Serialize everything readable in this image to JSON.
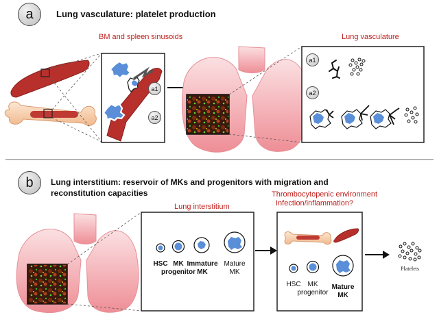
{
  "panel_a": {
    "label": "a",
    "title": "Lung vasculature:  platelet production",
    "bm_caption": "BM and spleen sinusoids",
    "lung_caption": "Lung vasculature",
    "inset_labels": [
      "a1",
      "a2"
    ]
  },
  "panel_b": {
    "label": "b",
    "title_line1": "Lung interstitium:  reservoir of MKs and progenitors with migration and",
    "title_line2": "reconstitution capacities",
    "interstitium_caption": "Lung interstitium",
    "env_line1": "Thrombocytopenic environment",
    "env_line2": "Infection/inflammation?",
    "cells": [
      {
        "line1": "HSC",
        "line2": ""
      },
      {
        "line1": "MK",
        "line2": "progenitor"
      },
      {
        "line1": "Immature",
        "line2": "MK"
      },
      {
        "line1": "Mature",
        "line2": "MK"
      }
    ],
    "cells_after": [
      {
        "line1": "HSC",
        "line2": ""
      },
      {
        "line1": "MK",
        "line2": "progenitor"
      },
      {
        "line1": "Mature",
        "line2": "MK"
      }
    ],
    "platelets_label": "Platelets"
  },
  "colors": {
    "accent_red": "#c0201c",
    "lung_pink": "#f2a3a9",
    "vessel_red": "#b8302c",
    "bone": "#f6cfae",
    "cell_blue": "#5a8ed8"
  }
}
